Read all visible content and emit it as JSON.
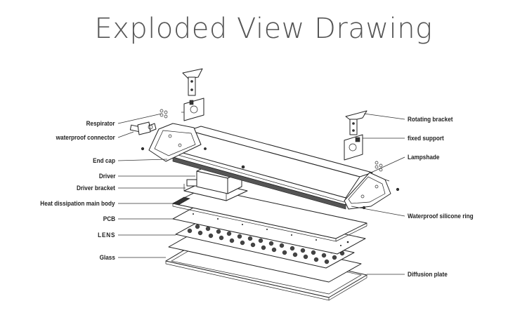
{
  "title": "Exploded View Drawing",
  "labels": {
    "respirator": "Respirator",
    "waterproof_connector": "waterproof connector",
    "end_cap": "End cap",
    "driver": "Driver",
    "driver_bracket": "Driver bracket",
    "heat_dissipation_main_body": "Heat dissipation main body",
    "pcb": "PCB",
    "lens": "LENS",
    "glass": "Glass",
    "rotating_bracket": "Rotating bracket",
    "fixed_support": "fixed support",
    "lampshade": "Lampshade",
    "waterproof_silicone_ring": "Waterproof silicone ring",
    "diffusion_plate": "Diffusion plate"
  }
}
